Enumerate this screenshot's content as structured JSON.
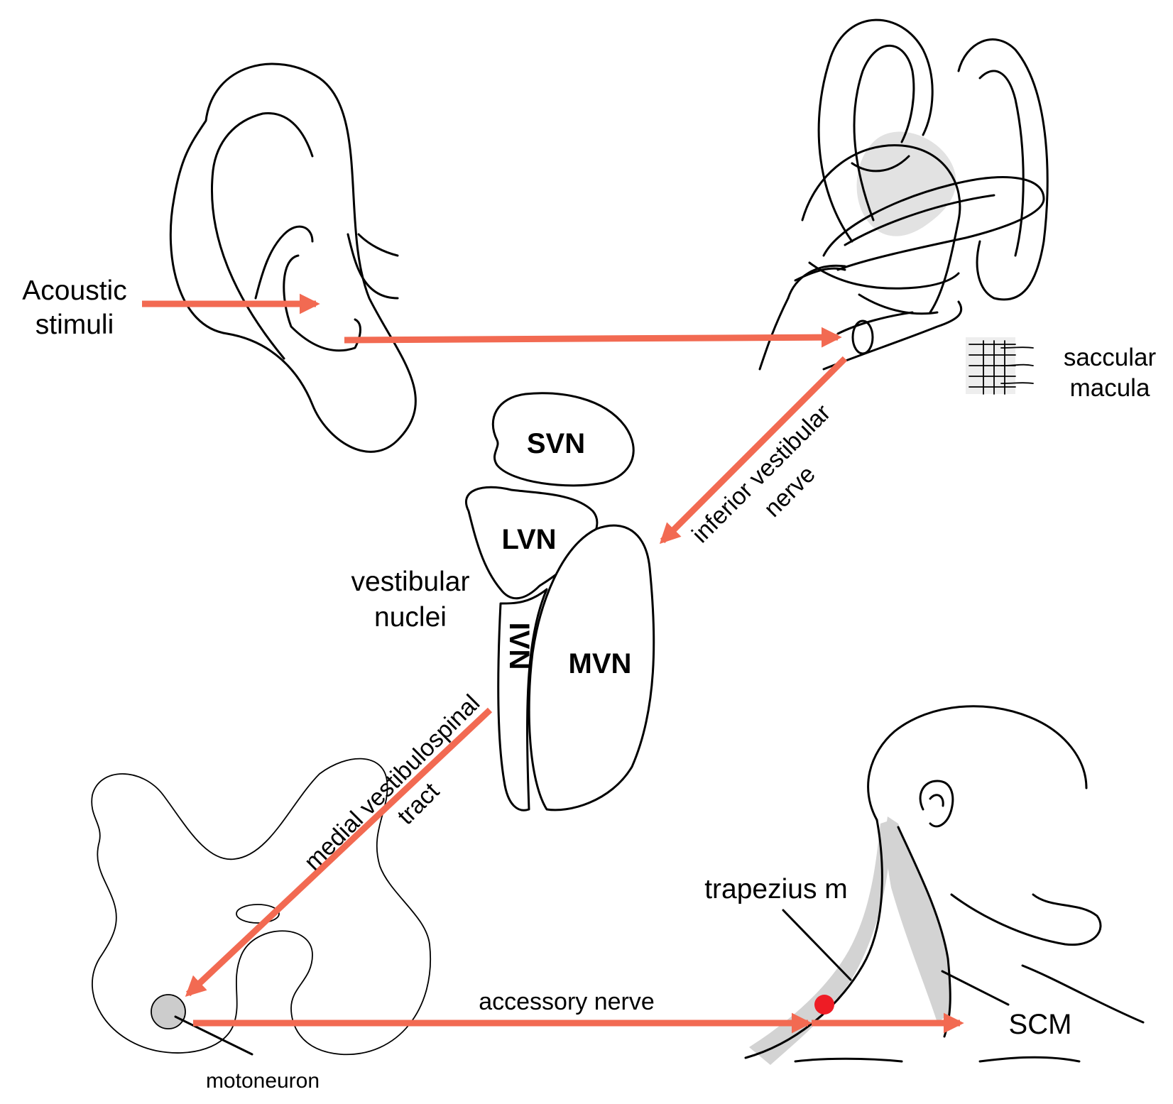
{
  "labels": {
    "acoustic_stimuli_1": "Acoustic",
    "acoustic_stimuli_2": "stimuli",
    "saccular_macula_1": "saccular",
    "saccular_macula_2": "macula",
    "svn": "SVN",
    "lvn": "LVN",
    "mvn": "MVN",
    "ivn": "IVN",
    "vestibular_nuclei_1": "vestibular",
    "vestibular_nuclei_2": "nuclei",
    "inferior_vestibular_nerve_1": "inferior vestibular",
    "inferior_vestibular_nerve_2": "nerve",
    "medial_vestibulospinal_tract_1": "medial vestibulospinal",
    "medial_vestibulospinal_tract_2": "tract",
    "accessory_nerve": "accessory nerve",
    "motoneuron": "motoneuron",
    "trapezius": "trapezius m",
    "scm": "SCM"
  },
  "colors": {
    "arrow": "#f26a52",
    "stimulation_point": "#ee1c25",
    "muscle": "#d3d3d3",
    "motoneuron": "#cccccc"
  }
}
